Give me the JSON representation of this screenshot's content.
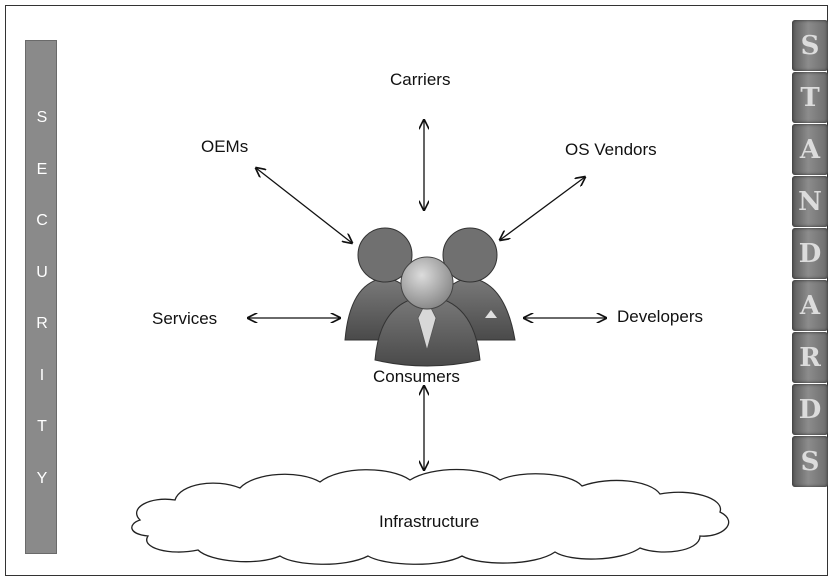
{
  "security": {
    "letters": [
      "S",
      "E",
      "C",
      "U",
      "R",
      "I",
      "T",
      "Y"
    ]
  },
  "standards": {
    "letters": [
      "S",
      "T",
      "A",
      "N",
      "D",
      "A",
      "R",
      "D",
      "S"
    ]
  },
  "nodes": {
    "carriers": "Carriers",
    "oems": "OEMs",
    "os_vendors": "OS Vendors",
    "services": "Services",
    "developers": "Developers",
    "consumers": "Consumers",
    "infrastructure": "Infrastructure"
  },
  "icons": {
    "consumers": "people-group-icon",
    "infrastructure": "cloud-icon"
  },
  "colors": {
    "security_bar": "#8a8a8a",
    "people": "#6e6e6e",
    "center_person": "#9a9a9a"
  }
}
